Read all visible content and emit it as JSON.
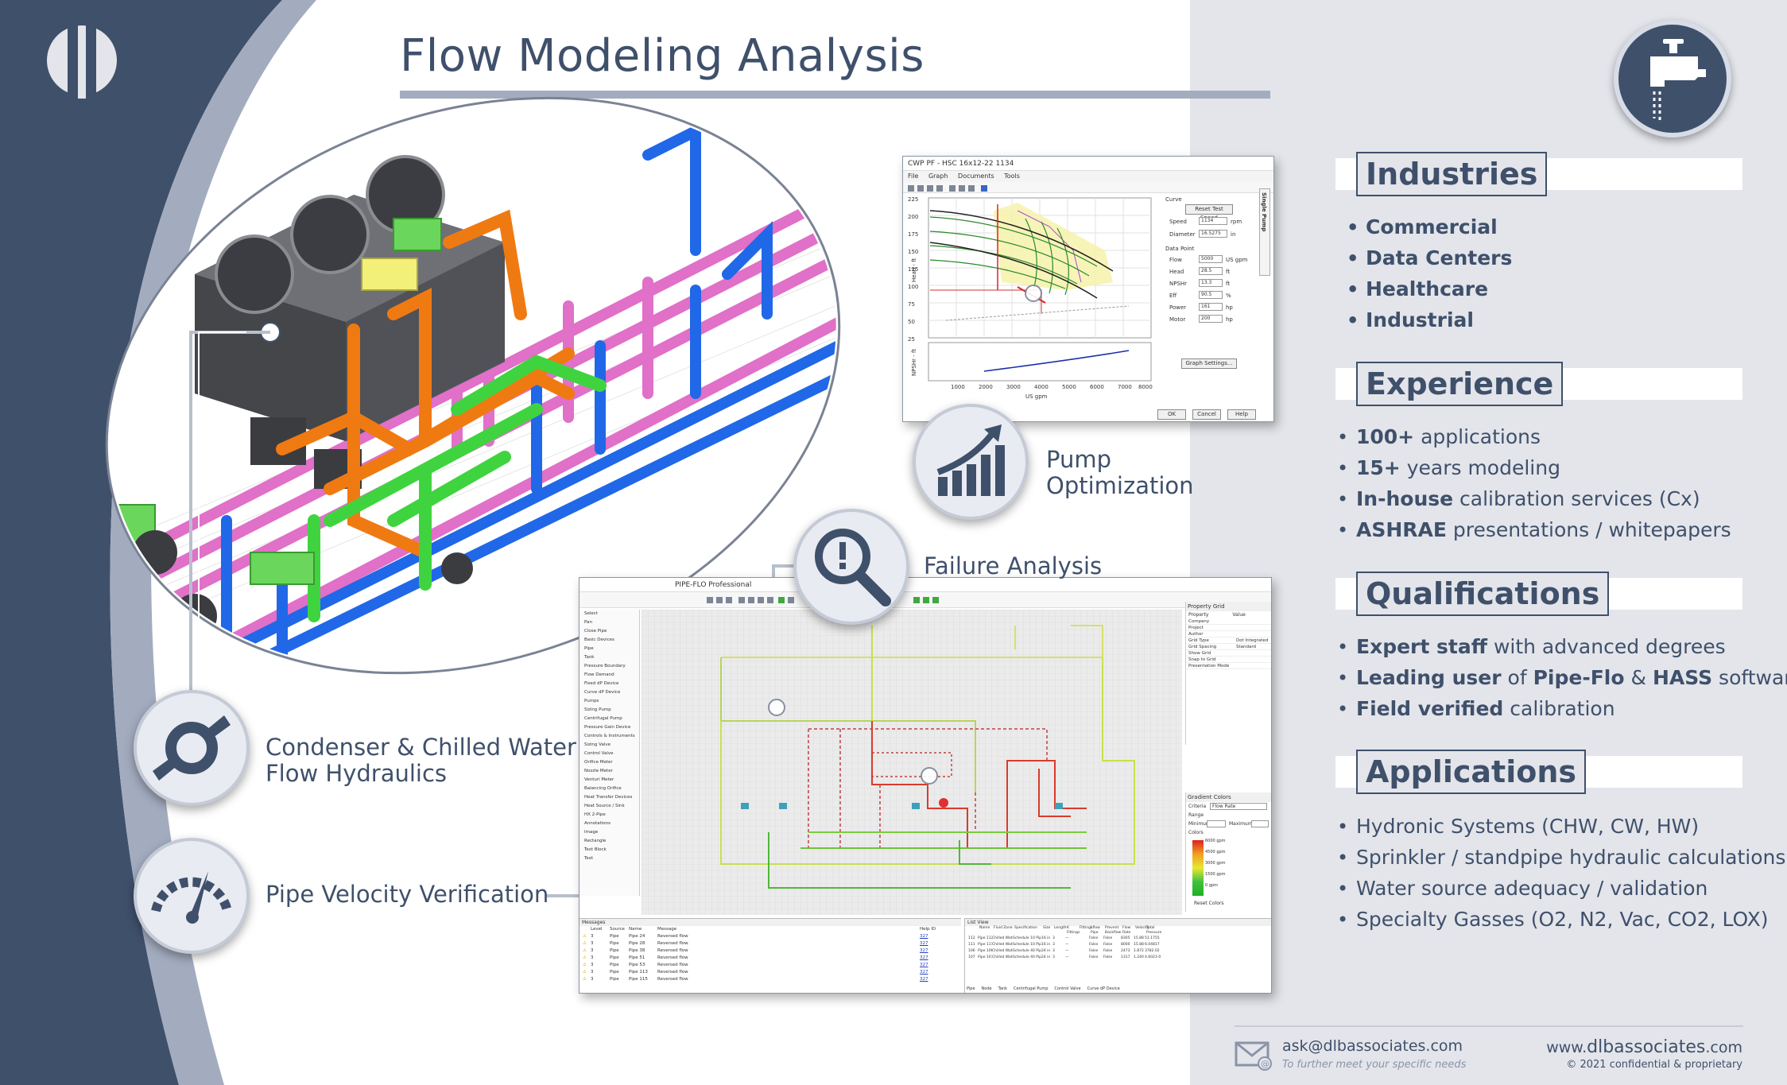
{
  "header": {
    "title": "Flow Modeling Analysis"
  },
  "brand": {
    "logo_icon": "dlb-logo",
    "faucet_icon": "faucet-icon"
  },
  "features": {
    "pump": [
      "Pump",
      "Optimization"
    ],
    "failure": "Failure Analysis",
    "condenser": [
      "Condenser & Chilled Water",
      "Flow Hydraulics"
    ],
    "velocity": "Pipe Velocity Verification"
  },
  "pump_window": {
    "title": "CWP PF - HSC  16x12-22  1134",
    "menu": [
      "File",
      "Graph",
      "Documents",
      "Tools"
    ],
    "curve_label": "Curve",
    "reset_button": "Reset Test Speed",
    "speed_label": "Speed",
    "speed_value": "1134",
    "speed_unit": "rpm",
    "diameter_label": "Diameter",
    "diameter_value": "16.5275",
    "diameter_unit": "in",
    "datapoint_label": "Data Point",
    "rows": [
      {
        "label": "Flow",
        "value": "5000",
        "unit": "US gpm"
      },
      {
        "label": "Head",
        "value": "28.5",
        "unit": "ft"
      },
      {
        "label": "NPSHr",
        "value": "13.3",
        "unit": "ft"
      },
      {
        "label": "Eff",
        "value": "90.5",
        "unit": "%"
      },
      {
        "label": "Power",
        "value": "161",
        "unit": "hp"
      },
      {
        "label": "Motor",
        "value": "200",
        "unit": "hp"
      }
    ],
    "graph_settings": "Graph Settings...",
    "ok": "OK",
    "cancel": "Cancel",
    "help": "Help",
    "side_tab": "Single Pump",
    "xlabel": "US gpm",
    "ylabel": "Head - ft",
    "ylabel2": "NPSHr - ft",
    "xticks": [
      "1000",
      "2000",
      "3000",
      "4000",
      "5000",
      "6000",
      "7000",
      "8000"
    ],
    "yticks": [
      "225",
      "200",
      "175",
      "150",
      "125",
      "100",
      "75",
      "50",
      "25"
    ]
  },
  "failure_window": {
    "title": "PIPE-FLO Professional",
    "toolbox_sections": [
      "Select",
      "Pan",
      "Close Pipe",
      "Basic Devices",
      "Pipe",
      "Tank",
      "Pressure Boundary",
      "Flow Demand",
      "Fixed dP Device",
      "Curve dP Device",
      "Pumps",
      "Sizing Pump",
      "Centrifugal Pump",
      "Pressure Gain Device",
      "Controls & Instruments",
      "Sizing Valve",
      "Control Valve",
      "Orifice Meter",
      "Nozzle Meter",
      "Venturi Meter",
      "Balancing Orifice",
      "Heat Transfer Devices",
      "Heat Source / Sink",
      "HX 2-Pipe",
      "Annotations",
      "Image",
      "Rectangle",
      "Text Block",
      "Text"
    ],
    "property_grid_title": "Property Grid",
    "property_cols": [
      "Property",
      "Value"
    ],
    "properties": [
      "Company",
      "Project",
      "Author",
      "Grid Type",
      "Grid Spacing",
      "Show Grid",
      "Snap to Grid",
      "Presentation Mode"
    ],
    "property_values": [
      "",
      "",
      "",
      "Dot Integrated",
      "Standard",
      "",
      "",
      ""
    ],
    "gradient_title": "Gradient Colors",
    "criteria_label": "Criteria",
    "criteria_value": "Flow Rate",
    "range_label": "Range",
    "minimum_label": "Minimum",
    "maximum_label": "Maximum",
    "colors_label": "Colors",
    "gradient_values": [
      "6000 gpm",
      "4500 gpm",
      "3000 gpm",
      "1500 gpm",
      "0 gpm"
    ],
    "reset_colors": "Reset Colors",
    "messages_title": "Messages",
    "messages_cols": [
      "Level",
      "Source",
      "Name",
      "Message",
      "Help ID"
    ],
    "messages_rows": [
      [
        "3",
        "Pipe",
        "Pipe 24",
        "Reversed flow",
        "327"
      ],
      [
        "3",
        "Pipe",
        "Pipe 28",
        "Reversed flow",
        "327"
      ],
      [
        "3",
        "Pipe",
        "Pipe 38",
        "Reversed flow",
        "327"
      ],
      [
        "3",
        "Pipe",
        "Pipe 51",
        "Reversed flow",
        "327"
      ],
      [
        "3",
        "Pipe",
        "Pipe 53",
        "Reversed flow",
        "327"
      ],
      [
        "3",
        "Pipe",
        "Pipe 113",
        "Reversed flow",
        "327"
      ],
      [
        "3",
        "Pipe",
        "Pipe 115",
        "Reversed flow",
        "327"
      ]
    ],
    "list_title": "List View",
    "list_cols": [
      "Name",
      "Fluid Zone",
      "Specification",
      "Size",
      "Length",
      "K Fittings",
      "Fittings",
      "Lflow Pipe",
      "Prevent Backflow",
      "Flow Rate",
      "Velocity",
      "Total Pressure"
    ],
    "list_rows": [
      [
        "112",
        "Pipe 112",
        "Chilled Water",
        "Schedule 10 Pipe",
        "16 in",
        "3",
        "—",
        "",
        "False",
        "False",
        "8305",
        "15.88",
        "51.1755"
      ],
      [
        "111",
        "Pipe 111",
        "Chilled Water",
        "Schedule 10 Pipe",
        "16 in",
        "3",
        "—",
        "",
        "False",
        "False",
        "8000",
        "15.88",
        "6.04817"
      ],
      [
        "106",
        "Pipe 106",
        "Chilled Water",
        "Schedule 40 Pipe",
        "24 in",
        "3",
        "—",
        "",
        "False",
        "False",
        "2473",
        "1.872",
        "3782.02"
      ],
      [
        "107",
        "Pipe 107",
        "Chilled Water",
        "Schedule 40 Pipe",
        "24 in",
        "3",
        "—",
        "",
        "False",
        "False",
        "1317",
        "1.240",
        "4.6021-08"
      ]
    ],
    "list_tabs": [
      "Pipe",
      "Node",
      "Tank",
      "Centrifugal Pump",
      "Control Valve",
      "Curve dP Device"
    ]
  },
  "sections": {
    "industries": {
      "title": "Industries",
      "items": [
        "Commercial",
        "Data Centers",
        "Healthcare",
        "Industrial"
      ]
    },
    "experience": {
      "title": "Experience",
      "items": [
        {
          "bold": "100+",
          "rest": " applications"
        },
        {
          "bold": "15+",
          "rest": " years modeling"
        },
        {
          "bold": "In-house",
          "rest": " calibration services (Cx)"
        },
        {
          "bold": "ASHRAE",
          "rest": " presentations / whitepapers"
        }
      ]
    },
    "qualifications": {
      "title": "Qualifications",
      "items": [
        {
          "bold": "Expert staff",
          "rest": " with advanced degrees"
        },
        {
          "bold": "Leading user",
          "mid": " of ",
          "bold2": "Pipe-Flo",
          "mid2": " & ",
          "bold3": "HASS",
          "rest": " software"
        },
        {
          "bold": "Field verified",
          "rest": " calibration"
        }
      ]
    },
    "applications": {
      "title": "Applications",
      "items": [
        "Hydronic Systems (CHW, CW, HW)",
        "Sprinkler / standpipe hydraulic calculations",
        "Water source adequacy / validation",
        "Specialty Gasses (O2, N2, Vac, CO2, LOX)"
      ]
    }
  },
  "footer": {
    "email": "ask@dlbassociates.com",
    "tagline": "To further meet your specific needs",
    "web_prefix": "www.",
    "web_name": "dlbassociates",
    "web_suffix": ".com",
    "copyright": "© 2021 confidential & proprietary"
  },
  "colors": {
    "navy": "#3f506b",
    "panel": "#e3e5ea",
    "pipe_orange": "#f07a12",
    "pipe_green": "#3fd43f",
    "pipe_blue": "#2068e8",
    "pipe_pink": "#e070c8"
  }
}
